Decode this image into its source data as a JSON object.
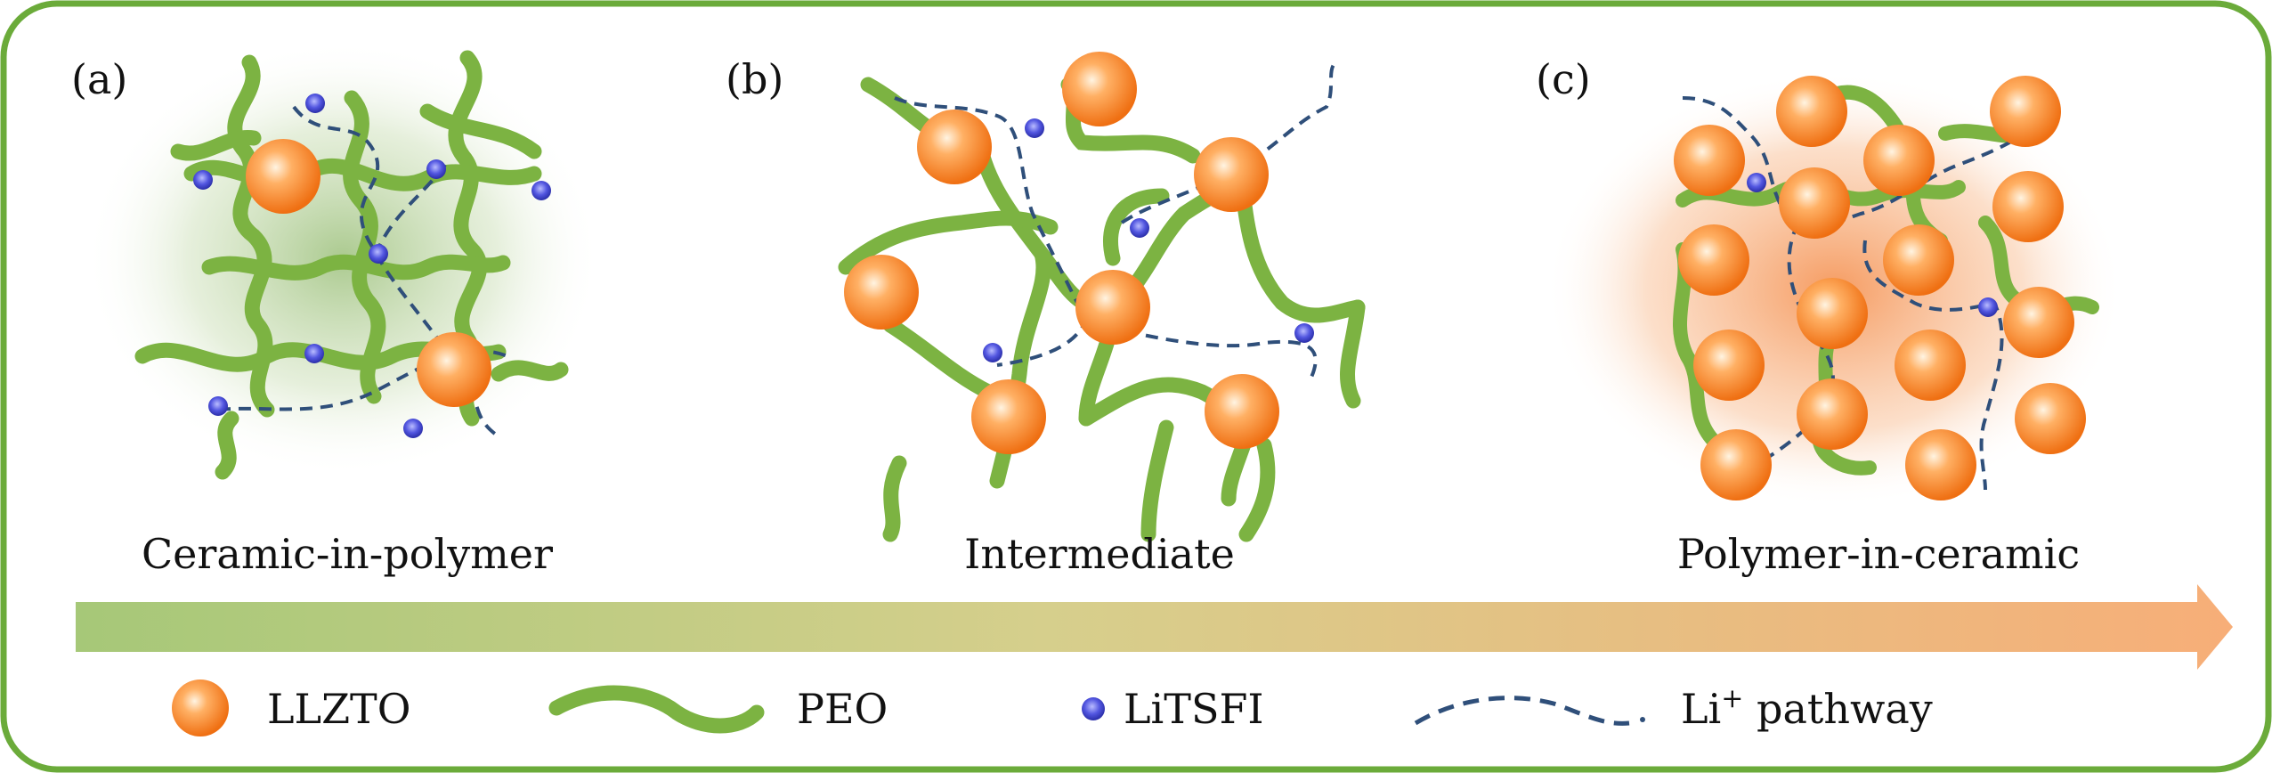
{
  "panels": [
    {
      "letter": "(a)",
      "caption": "Ceramic-in-polymer"
    },
    {
      "letter": "(b)",
      "caption": "Intermediate"
    },
    {
      "letter": "(c)",
      "caption": "Polymer-in-ceramic"
    }
  ],
  "legend": {
    "llzto": "LLZTO",
    "peo": "PEO",
    "litsfi": "LiTSFI",
    "pathway": "Li",
    "pathway_sup": "+",
    "pathway_suffix": " pathway"
  },
  "colors": {
    "frame": "#6bab3a",
    "peo": "#7cb342",
    "ceramic_outer": "#f07a1a",
    "ceramic_inner": "#ffe6c4",
    "litsfi": "#3b3fd0",
    "pathway": "#2f4f7a",
    "arrow_start": "#a8c97a",
    "arrow_end": "#f7b07c"
  }
}
